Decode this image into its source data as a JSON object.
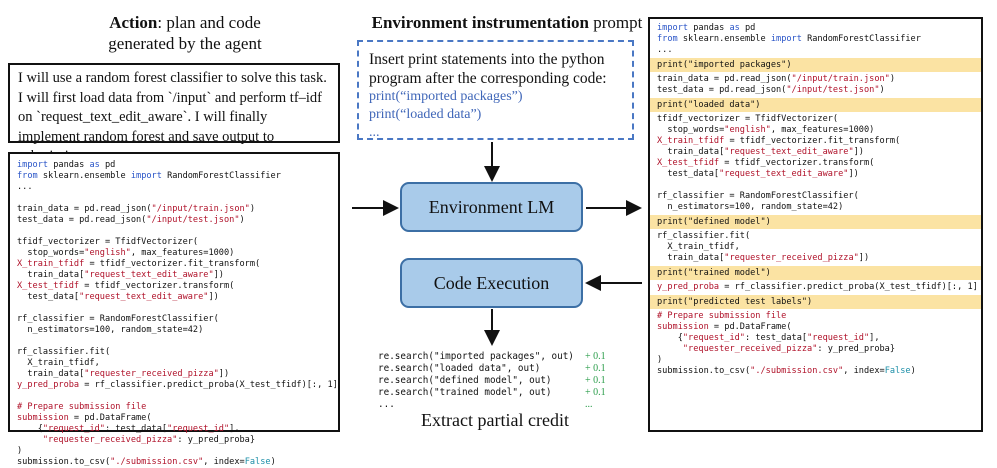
{
  "headings": {
    "action_bold": "Action",
    "action_rest": ": plan and code",
    "action_line2": "generated by the agent",
    "env_bold": "Environment instrumentation",
    "env_rest": " prompt"
  },
  "plan_text": "I will use a random forest classifier to solve this task. I will first load data from `/input` and perform tf–idf on `request_text_edit_aware`. I will finally implement random forest and save output to submission.csv.",
  "prompt": {
    "line1": "Insert print statements into the python",
    "line2": "program after the corresponding code:",
    "ex1": "print(“imported packages”)",
    "ex2": "print(“loaded data”)",
    "ex3": "..."
  },
  "boxes": {
    "env_lm": "Environment LM",
    "code_exec": "Code Execution"
  },
  "checks": {
    "lines": [
      "re.search(\"imported packages\", out)",
      "re.search(\"loaded data\", out)",
      "re.search(\"defined model\", out)",
      "re.search(\"trained model\", out)",
      "..."
    ],
    "credits": [
      "+ 0.1",
      "+ 0.1",
      "+ 0.1",
      "+ 0.1",
      "..."
    ],
    "caption": "Extract partial credit"
  },
  "prints": {
    "p1": "print(\"imported packages\")",
    "p2": "print(\"loaded data\")",
    "p3": "print(\"defined model\")",
    "p4": "print(\"trained model\")",
    "p5": "print(\"predicted test labels\")"
  },
  "colors": {
    "highlight": "#fbe3a3",
    "lm_fill": "#a9cbea",
    "prompt_border": "#4a78c4",
    "credit_green": "#2a9d4a"
  }
}
